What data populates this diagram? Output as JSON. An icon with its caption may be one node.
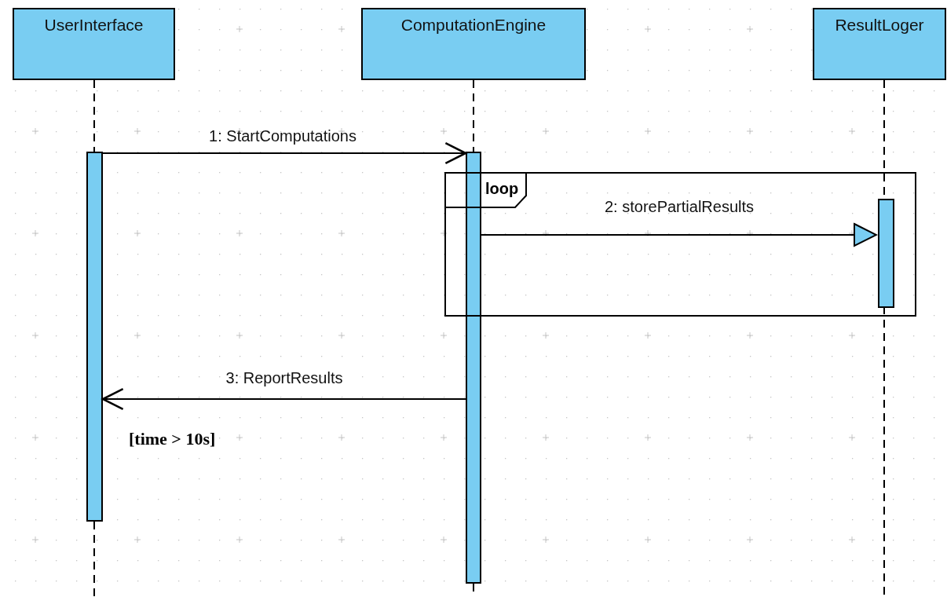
{
  "diagram": {
    "nodes": [
      {
        "text": [
          "UserInterface"
        ]
      },
      {
        "text": [
          "ComputationEngine"
        ]
      },
      {
        "text": [
          "ResultLoger"
        ]
      },
      {
        "text": [],
        "shape": "bar"
      },
      {
        "text": [],
        "shape": "bar"
      },
      {
        "text": [
          "loop"
        ]
      },
      {
        "text": [],
        "shape": "bar",
        "in": 5
      }
    ],
    "edges": [
      {
        "from": 3,
        "to": 4,
        "arrow": "to",
        "label": "1: StartComputations"
      },
      {
        "from": 4,
        "to": 6,
        "arrow": "to",
        "label": "2: storePartialResults"
      },
      {
        "from": 4,
        "to": 3,
        "arrow": "to",
        "label": "3: ReportResults"
      },
      {
        "from": 0,
        "to": 3,
        "arrow": "none",
        "style": "dashed"
      },
      {
        "from": 1,
        "to": 4,
        "arrow": "none",
        "style": "dashed"
      },
      {
        "from": 2,
        "to": 6,
        "arrow": "none",
        "style": "dashed"
      },
      {
        "from": 3,
        "to": null,
        "arrow": "none",
        "style": "dashed"
      },
      {
        "from": 4,
        "to": null,
        "arrow": "none",
        "style": "dashed"
      },
      {
        "from": 6,
        "to": null,
        "arrow": "none",
        "style": "dashed"
      }
    ],
    "labels": [
      "[time > 10s]"
    ]
  }
}
